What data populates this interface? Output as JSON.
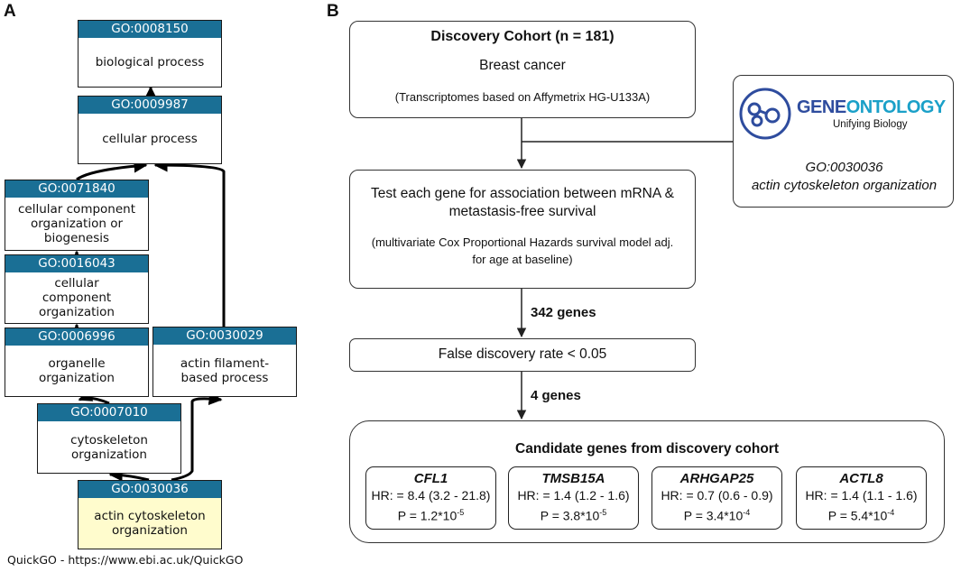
{
  "panel_a": {
    "letter": "A",
    "terms": [
      {
        "id": "GO:0008150",
        "name": "biological process"
      },
      {
        "id": "GO:0009987",
        "name": "cellular process"
      },
      {
        "id": "GO:0071840",
        "name": "cellular component organization or biogenesis"
      },
      {
        "id": "GO:0016043",
        "name": "cellular component organization"
      },
      {
        "id": "GO:0006996",
        "name": "organelle organization"
      },
      {
        "id": "GO:0030029",
        "name": "actin filament-based process"
      },
      {
        "id": "GO:0007010",
        "name": "cytoskeleton organization"
      },
      {
        "id": "GO:0030036",
        "name": "actin cytoskeleton organization"
      }
    ],
    "footer": "QuickGO - https://www.ebi.ac.uk/QuickGO",
    "colors": {
      "header": "#1a6f95",
      "highlight": "#fffccd"
    }
  },
  "panel_b": {
    "letter": "B",
    "discovery": {
      "title": "Discovery Cohort (n = 181)",
      "subtitle": "Breast cancer",
      "note": "(Transcriptomes based on Affymetrix HG-U133A)"
    },
    "geneontology": {
      "logo_word_1": "GENE",
      "logo_word_2": "ONTOLOGY",
      "logo_tagline": "Unifying Biology",
      "term_id": "GO:0030036",
      "term_name": "actin cytoskeleton organization",
      "logo_colors": {
        "blue": "#2e4c9e",
        "teal": "#1aa0c8"
      }
    },
    "test": {
      "line1": "Test each gene for association between mRNA &",
      "line2": "metastasis-free survival",
      "note1": "(multivariate Cox Proportional Hazards survival model adj.",
      "note2": "for age at baseline)"
    },
    "count1": "342 genes",
    "fdr": "False discovery rate < 0.05",
    "count2": "4 genes",
    "candidates": {
      "title": "Candidate genes from discovery cohort",
      "genes": [
        {
          "name": "CFL1",
          "hr": "HR: = 8.4 (3.2 - 21.8)",
          "p_base": "P = 1.2*10",
          "p_exp": "-5"
        },
        {
          "name": "TMSB15A",
          "hr": "HR: = 1.4 (1.2 - 1.6)",
          "p_base": "P = 3.8*10",
          "p_exp": "-5"
        },
        {
          "name": "ARHGAP25",
          "hr": "HR: = 0.7 (0.6 - 0.9)",
          "p_base": "P = 3.4*10",
          "p_exp": "-4"
        },
        {
          "name": "ACTL8",
          "hr": "HR: = 1.4 (1.1 - 1.6)",
          "p_base": "P = 5.4*10",
          "p_exp": "-4"
        }
      ]
    }
  }
}
